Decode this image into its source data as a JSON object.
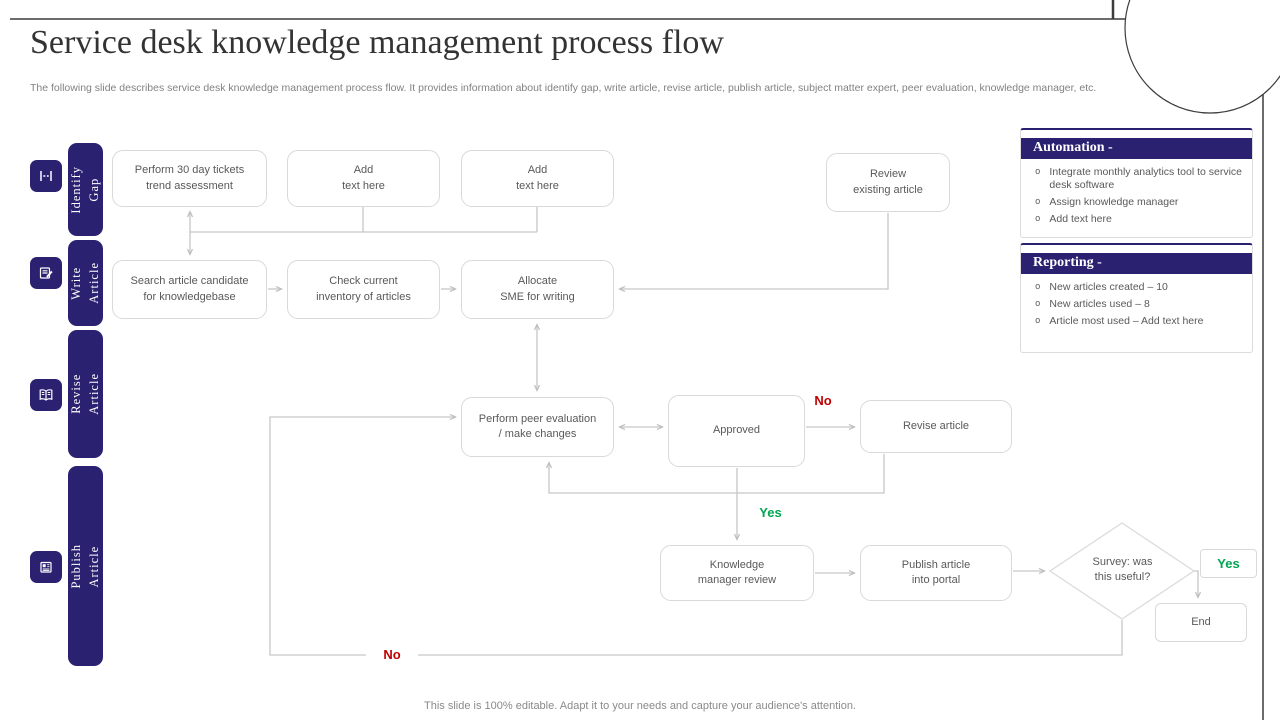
{
  "slide": {
    "title": "Service desk knowledge management process flow",
    "subtitle": "The following slide describes service desk knowledge management process flow. It provides information about identify gap, write article, revise article, publish article, subject matter expert, peer evaluation, knowledge manager, etc.",
    "footer": "This slide is 100% editable. Adapt it to your needs and capture your audience's attention."
  },
  "colors": {
    "accent_navy": "#2a2170",
    "box_border": "#d9d9d9",
    "box_text": "#595959",
    "connector_gray": "#c6c6c6",
    "no_red": "#c00000",
    "yes_green": "#00a651",
    "decor_line": "#3c3c3c"
  },
  "bullet_char": "o",
  "stages": [
    {
      "label": "Identify\nGap"
    },
    {
      "label": "Write\nArticle"
    },
    {
      "label": "Revise\nArticle"
    },
    {
      "label": "Publish\nArticle"
    }
  ],
  "nodes": {
    "a1": "Perform 30 day tickets\ntrend assessment",
    "a2": "Add\ntext here",
    "a3": "Add\ntext here",
    "review": "Review\nexisting article",
    "b1": "Search article candidate\nfor knowledgebase",
    "b2": "Check current\ninventory of articles",
    "b3": "Allocate\nSME for writing",
    "c1": "Perform peer evaluation\n/ make changes",
    "approved": "Approved",
    "revise": "Revise article",
    "kmr": "Knowledge\nmanager review",
    "publish": "Publish article\ninto portal",
    "survey": "Survey: was\nthis useful?",
    "end": "End"
  },
  "labels": {
    "no_top": "No",
    "yes_mid": "Yes",
    "yes_survey": "Yes",
    "no_bottom": "No"
  },
  "panels": [
    {
      "title": "Automation -",
      "items": [
        "Integrate monthly analytics tool to service desk software",
        "Assign knowledge manager",
        "Add text here"
      ]
    },
    {
      "title": "Reporting -",
      "items": [
        "New articles created – 10",
        "New articles used – 8",
        "Article most used – Add text here"
      ]
    }
  ]
}
